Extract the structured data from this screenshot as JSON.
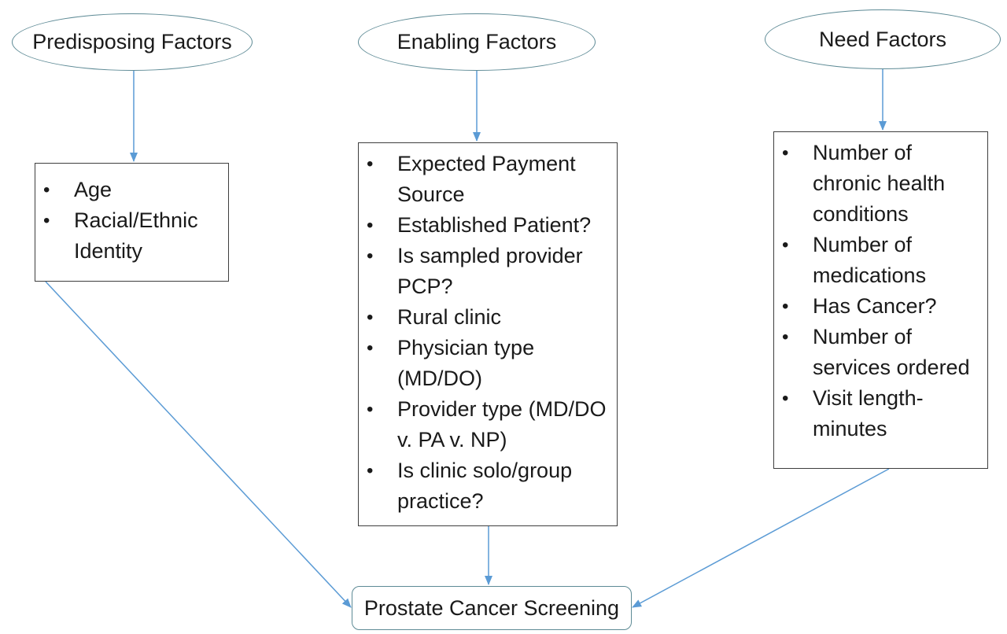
{
  "factors": {
    "predisposing": {
      "title": "Predisposing Factors",
      "items": [
        "Age",
        "Racial/Ethnic Identity"
      ]
    },
    "enabling": {
      "title": "Enabling Factors",
      "items": [
        "Expected Payment Source",
        "Established Patient?",
        "Is sampled provider PCP?",
        "Rural clinic",
        "Physician type (MD/DO)",
        "Provider type (MD/DO v. PA v. NP)",
        "Is clinic solo/group practice?"
      ]
    },
    "need": {
      "title": "Need Factors",
      "items": [
        "Number of chronic health conditions",
        "Number of medications",
        "Has Cancer?",
        "Number of services ordered",
        "Visit length- minutes"
      ]
    }
  },
  "outcome": {
    "label": "Prostate Cancer Screening"
  },
  "colors": {
    "connector": "#5b9bd5",
    "ellipse_border": "#5d8a95",
    "box_border": "#3e3e3e"
  }
}
